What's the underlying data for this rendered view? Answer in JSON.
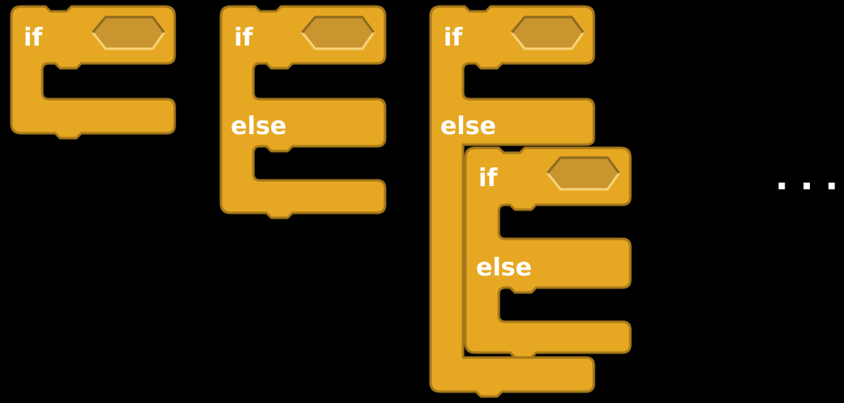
{
  "colors": {
    "background": "#000000",
    "block_fill": "#e6a822",
    "block_outline": "#a5781a",
    "block_highlight": "#f2c14a",
    "hex_slot_fill": "#c8952e",
    "hex_slot_top": "#8f6a1c",
    "hex_slot_bottom": "#f7d27a",
    "label_text": "#ffffff",
    "ellipsis": "#ffffff"
  },
  "blocks": {
    "if_block": {
      "keyword_if": "if"
    },
    "if_else_block": {
      "keyword_if": "if",
      "keyword_else": "else"
    },
    "nested_block": {
      "keyword_if": "if",
      "keyword_else": "else",
      "inner": {
        "keyword_if": "if",
        "keyword_else": "else"
      }
    }
  },
  "continuation": "..."
}
